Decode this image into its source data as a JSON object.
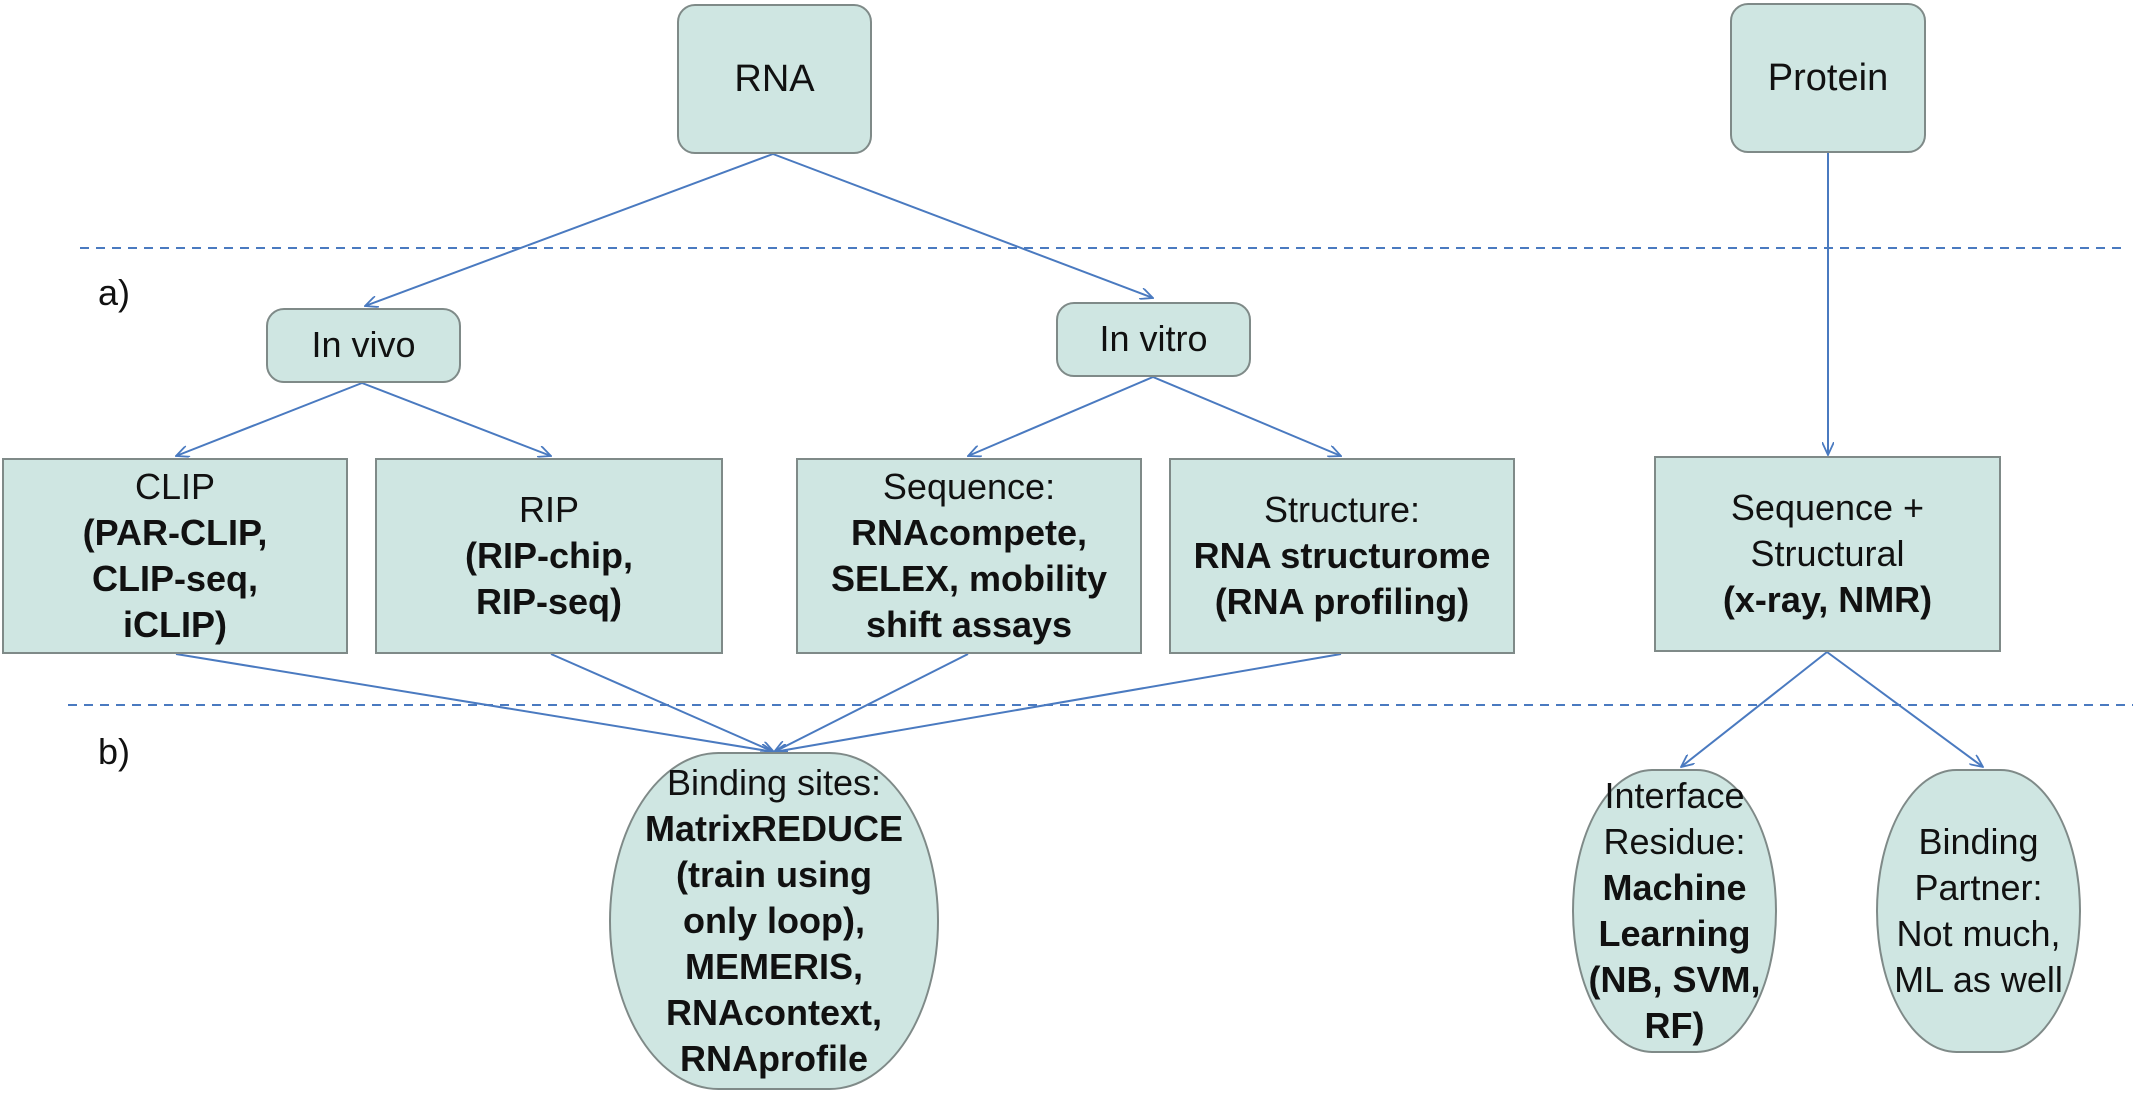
{
  "section_labels": {
    "a": "a)",
    "b": "b)"
  },
  "nodes": {
    "rna": {
      "title": "RNA"
    },
    "protein": {
      "title": "Protein"
    },
    "in_vivo": {
      "title": "In vivo"
    },
    "in_vitro": {
      "title": "In vitro"
    },
    "clip": {
      "title": "CLIP",
      "line1": "(PAR-CLIP,",
      "line2": "CLIP-seq,",
      "line3": "iCLIP)"
    },
    "rip": {
      "title": "RIP",
      "line1": "(RIP-chip,",
      "line2": "RIP-seq)"
    },
    "sequence": {
      "title": "Sequence:",
      "line1": "RNAcompete,",
      "line2": "SELEX, mobility",
      "line3": "shift assays"
    },
    "structure": {
      "title": "Structure:",
      "line1": "RNA structurome",
      "line2": "(RNA profiling)"
    },
    "seq_struct": {
      "title1": "Sequence +",
      "title2": "Structural",
      "line1": "(x-ray, NMR)"
    },
    "binding_sites": {
      "title": "Binding sites:",
      "line1": "MatrixREDUCE",
      "line2": "(train using",
      "line3": "only loop),",
      "line4": "MEMERIS,",
      "line5": "RNAcontext,",
      "line6": "RNAprofile"
    },
    "interface": {
      "title1": "Interface",
      "title2": "Residue:",
      "line1": "Machine",
      "line2": "Learning",
      "line3": "(NB, SVM,",
      "line4": "RF)"
    },
    "partner": {
      "line1": "Binding",
      "line2": "Partner:",
      "line3": "Not much,",
      "line4": "ML as well"
    }
  },
  "colors": {
    "node_fill": "#cfe6e2",
    "node_border": "#7f8a88",
    "connector": "#4a7ac0",
    "divider": "#4a7ac0"
  }
}
